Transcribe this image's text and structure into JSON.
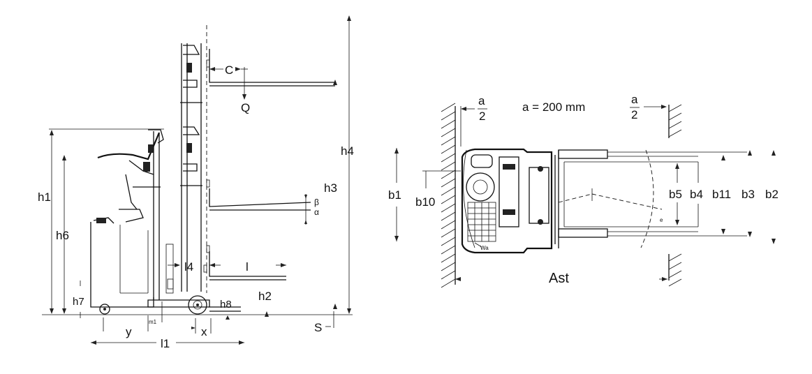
{
  "side_view": {
    "labels": {
      "h1": "h1",
      "h6": "h6",
      "h7": "h7",
      "h4": "h4",
      "h3": "h3",
      "h2": "h2",
      "h8": "h8",
      "C": "C",
      "Q": "Q",
      "l4": "l4",
      "l": "l",
      "l1": "l1",
      "y": "y",
      "x": "x",
      "m1": "m1",
      "S": "S",
      "beta": "β",
      "alpha": "α"
    }
  },
  "top_view": {
    "labels": {
      "a_half_left_num": "a",
      "a_half_left_den": "2",
      "a_formula": "a = 200 mm",
      "a_half_right_num": "a",
      "a_half_right_den": "2",
      "b1": "b1",
      "b10": "b10",
      "b5": "b5",
      "b4": "b4",
      "b11": "b11",
      "b3": "b3",
      "b2": "b2",
      "Ast": "Ast",
      "Wa": "Wa",
      "e": "e"
    }
  }
}
